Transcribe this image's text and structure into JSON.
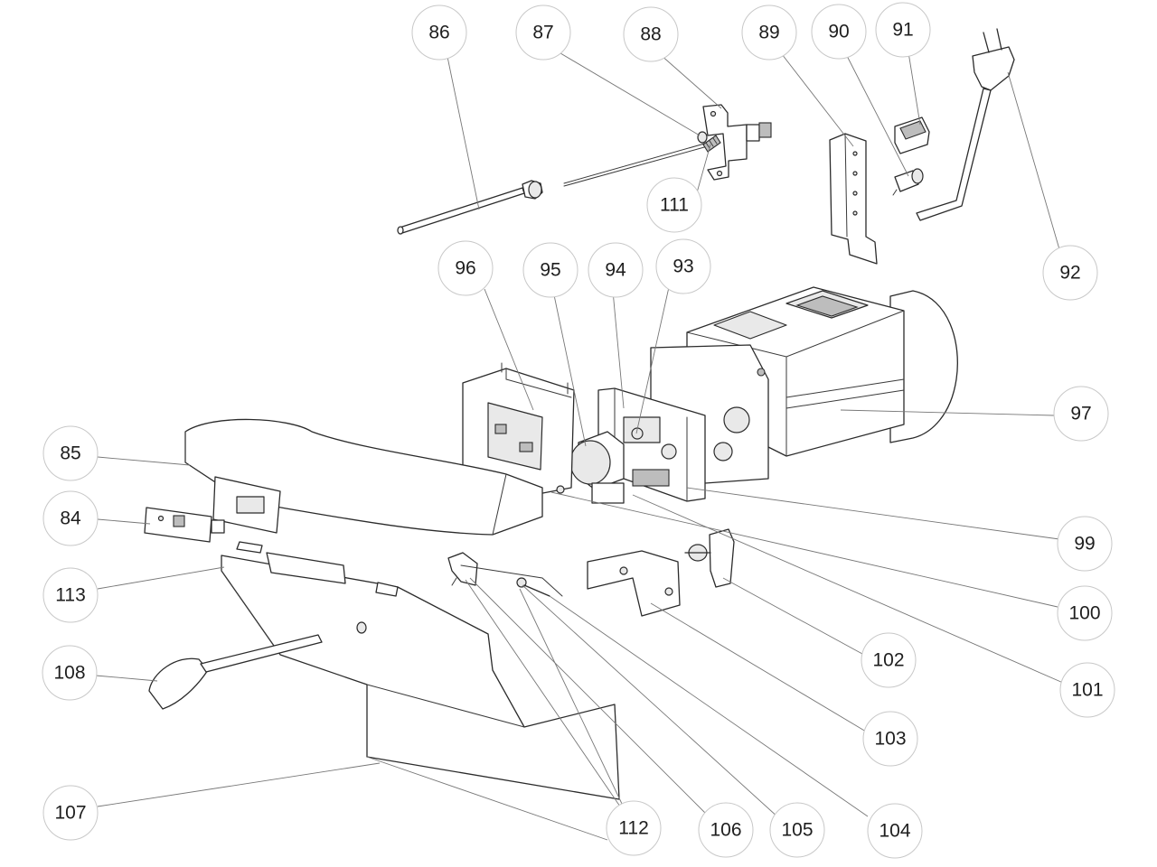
{
  "callouts": [
    {
      "id": "84",
      "label": "84"
    },
    {
      "id": "85",
      "label": "85"
    },
    {
      "id": "86",
      "label": "86"
    },
    {
      "id": "87",
      "label": "87"
    },
    {
      "id": "88",
      "label": "88"
    },
    {
      "id": "89",
      "label": "89"
    },
    {
      "id": "90",
      "label": "90"
    },
    {
      "id": "91",
      "label": "91"
    },
    {
      "id": "92",
      "label": "92"
    },
    {
      "id": "93",
      "label": "93"
    },
    {
      "id": "94",
      "label": "94"
    },
    {
      "id": "95",
      "label": "95"
    },
    {
      "id": "96",
      "label": "96"
    },
    {
      "id": "97",
      "label": "97"
    },
    {
      "id": "99",
      "label": "99"
    },
    {
      "id": "100",
      "label": "100"
    },
    {
      "id": "101",
      "label": "101"
    },
    {
      "id": "102",
      "label": "102"
    },
    {
      "id": "103",
      "label": "103"
    },
    {
      "id": "104",
      "label": "104"
    },
    {
      "id": "105",
      "label": "105"
    },
    {
      "id": "106",
      "label": "106"
    },
    {
      "id": "107",
      "label": "107"
    },
    {
      "id": "108",
      "label": "108"
    },
    {
      "id": "111",
      "label": "111"
    },
    {
      "id": "112",
      "label": "112"
    },
    {
      "id": "113",
      "label": "113"
    }
  ]
}
